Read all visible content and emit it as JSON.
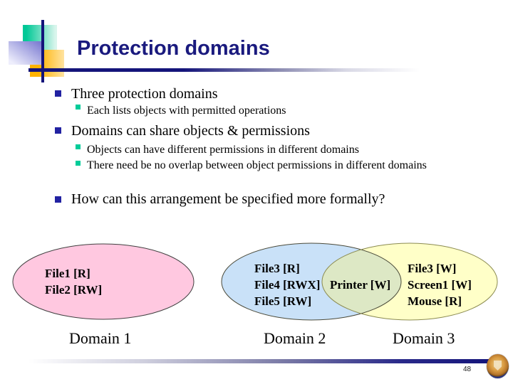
{
  "slide": {
    "title": "Protection domains",
    "page_number": "48"
  },
  "bullets": [
    {
      "level": 1,
      "text": "Three protection domains"
    },
    {
      "level": 2,
      "text": "Each lists objects with permitted operations"
    },
    {
      "level": 1,
      "text": "Domains can share objects & permissions"
    },
    {
      "level": 2,
      "text": "Objects can have different permissions in different domains"
    },
    {
      "level": 2,
      "text": "There need be no overlap between object permissions in different domains"
    },
    {
      "level": 1,
      "text": "How can this arrangement be specified more formally?"
    }
  ],
  "diagram": {
    "domains": [
      {
        "label": "Domain 1",
        "color": "#FFC8E0",
        "items": [
          "File1 [R]",
          "File2 [RW]"
        ]
      },
      {
        "label": "Domain 2",
        "color": "#C9E1F8",
        "items": [
          "File3 [R]",
          "File4 [RWX]",
          "File5 [RW]"
        ]
      },
      {
        "label": "Domain 3",
        "color": "#FFFFC8",
        "items": [
          "File3 [W]",
          "Screen1 [W]",
          "Mouse [R]"
        ]
      }
    ],
    "shared": {
      "label": "Printer [W]",
      "color": "#DDE8C5"
    }
  },
  "icons": {
    "footer_logo": "university-seal"
  },
  "colors": {
    "title_text": "#1A1A7E",
    "bullet_level1": "#2222A2",
    "bullet_level2": "#00CC99",
    "accent_bar": "#14147A",
    "deco_teal": "#00C896",
    "deco_orange": "#FFB302",
    "deco_purple": "#7D7DD2"
  }
}
